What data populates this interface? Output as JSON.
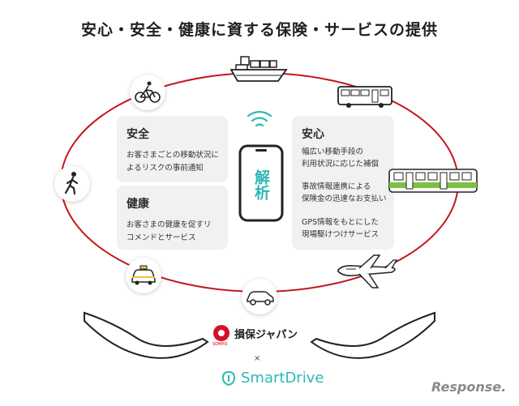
{
  "title": "安心・安全・健康に資する保険・サービスの提供",
  "center_label": "解析",
  "boxes": {
    "safety": {
      "title": "安全",
      "lines": [
        "お客さまごとの移動状況に",
        "よるリスクの事前通知"
      ]
    },
    "health": {
      "title": "健康",
      "lines": [
        "お客さまの健康を促すリ",
        "コメンドとサービス"
      ]
    },
    "relief": {
      "title": "安心",
      "lines": [
        "幅広い移動手段の",
        "利用状況に応じた補償",
        "事故情報連携による",
        "保険金の迅速なお支払い",
        "GPS情報をもとにした",
        "現場駆けつけサービス"
      ]
    }
  },
  "icons": [
    "ship-icon",
    "bus-icon",
    "train-icon",
    "airplane-icon",
    "car-icon",
    "taxi-icon",
    "walking-person-icon",
    "bicycle-icon"
  ],
  "logos": {
    "sompo": "損保ジャパン",
    "sompo_sub": "SOMPO",
    "times": "×",
    "smartdrive": "SmartDrive"
  },
  "watermark": "Response.",
  "colors": {
    "ellipse": "#c4161c",
    "accent": "#2fb8b2",
    "box_bg": "#f1f1f1",
    "train_green": "#7bc043"
  }
}
